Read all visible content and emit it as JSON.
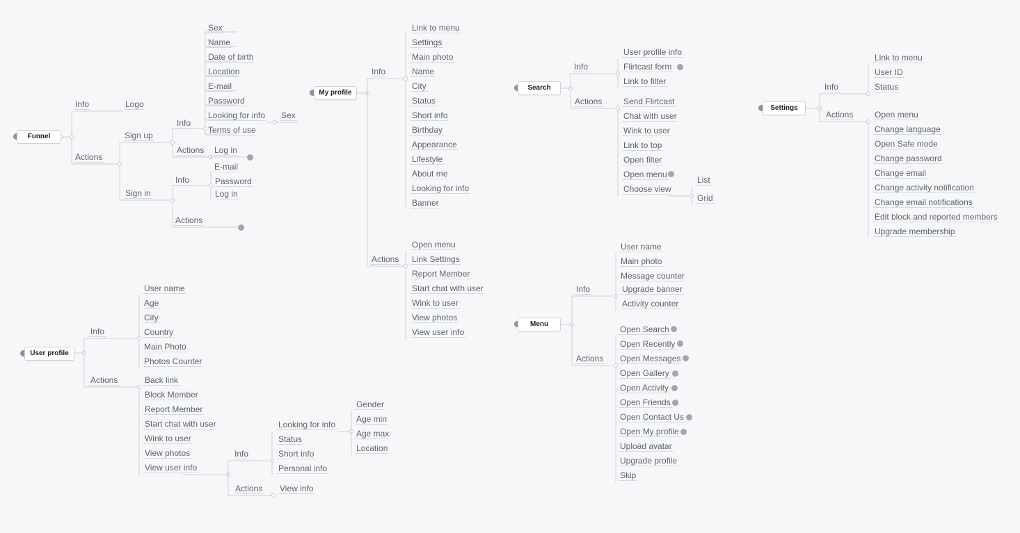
{
  "funnel": {
    "title": "Funnel",
    "info": "Info",
    "logo": "Logo",
    "actions": "Actions",
    "sign_up": "Sign up",
    "sign_up_info": "Info",
    "sign_up_info_items": [
      "Sex",
      "Name",
      "Date of birth",
      "Location",
      "E-mail",
      "Password",
      "Looking for info",
      "Terms of use"
    ],
    "looking_for_sex": "Sex",
    "sign_up_actions": "Actions",
    "sign_up_login": "Log in",
    "sign_in": "Sign in",
    "sign_in_info": "Info",
    "sign_in_info_items": [
      "E-mail",
      "Password",
      "Log in"
    ],
    "sign_in_actions": "Actions"
  },
  "my_profile": {
    "title": "My profile",
    "info": "Info",
    "info_items": [
      "Link to menu",
      "Settings",
      "Main photo",
      "Name",
      "City",
      "Status",
      "Short info",
      "Birthday",
      "Appearance",
      "Lifestyle",
      "About me",
      "Looking for info",
      "Banner"
    ],
    "actions": "Actions",
    "action_items": [
      "Open menu",
      "Link Settings",
      "Report Member",
      "Start chat with user",
      "Wink to user",
      "View photos",
      "View user info"
    ]
  },
  "search": {
    "title": "Search",
    "info": "Info",
    "info_items": [
      "User profile info",
      "Flirtcast form",
      "Link to filter"
    ],
    "actions": "Actions",
    "action_items": [
      "Send Flirtcast",
      "Chat with user",
      "Wink to user",
      "Link to top",
      "Open filter",
      "Open menu",
      "Choose view"
    ],
    "view_options": [
      "List",
      "Grid"
    ]
  },
  "settings": {
    "title": "Settings",
    "info": "Info",
    "info_items": [
      "Link to menu",
      "User ID",
      "Status"
    ],
    "actions": "Actions",
    "action_items": [
      "Open menu",
      "Change language",
      "Open Safe mode",
      "Change password",
      "Change email",
      "Change activity notification",
      "Change email notifications",
      "Edit block and reported members",
      "Upgrade membership"
    ]
  },
  "menu": {
    "title": "Menu",
    "info": "Info",
    "info_items": [
      "User name",
      "Main photo",
      "Message counter",
      "Upgrade banner",
      "Activity counter"
    ],
    "actions": "Actions",
    "action_items": [
      "Open Search",
      "Open Recently",
      "Open Messages",
      "Open  Gallery",
      "Open Activity",
      "Open Friends",
      "Open Contact Us",
      "Open My profile",
      "Upload avatar",
      "Upgrade profile",
      "Skip"
    ]
  },
  "user_profile": {
    "title": "User profile",
    "info": "Info",
    "info_items": [
      "User name",
      "Age",
      "City",
      "Country",
      "Main Photo",
      "Photos Counter"
    ],
    "actions": "Actions",
    "action_items": [
      "Back link",
      "Block Member",
      "Report Member",
      "Start chat with user",
      "Wink to user",
      "View photos",
      "View user info"
    ],
    "vui_info": "Info",
    "vui_info_items": [
      "Looking for info",
      "Status",
      "Short info",
      "Personal info"
    ],
    "looking_for_items": [
      "Gender",
      "Age min",
      "Age max",
      "Location"
    ],
    "vui_actions": "Actions",
    "vui_view_info": "View info"
  }
}
